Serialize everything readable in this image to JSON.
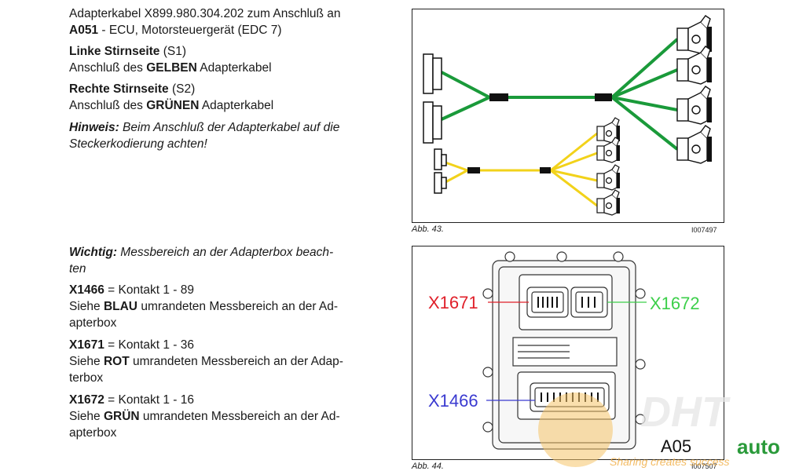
{
  "sec1": {
    "line1": "Adapterkabel X899.980.304.202 zum Anschluß an",
    "a051": "A051",
    "ecu": " - ECU, Motorsteuergerät (EDC 7)",
    "links_head": "Linke Stirnseite",
    "links_s": " (S1)",
    "links_pre": "Anschluß des ",
    "gelben": "GELBEN",
    "links_post": " Adapterkabel",
    "rechts_head": "Rechte Stirnseite",
    "rechts_s": " (S2)",
    "rechts_pre": "Anschluß des ",
    "gruenen": "GRÜNEN",
    "rechts_post": " Adapterkabel",
    "hinweis_label": "Hinweis:",
    "hinweis_text": " Beim Anschluß der Adapterkabel auf die",
    "hinweis_text2": "Steckerkodierung achten!"
  },
  "sec2": {
    "wichtig_label": "Wichtig:",
    "wichtig_text": " Messbereich an der Adapterbox beach-",
    "wichtig_text2": "ten",
    "x1466": "X1466",
    "x1466_k": " = Kontakt 1 - 89",
    "x1466_pre": "Siehe ",
    "blau": "BLAU",
    "x1466_post": " umrandeten Messbereich an der Ad-",
    "x1466_post2": "apterbox",
    "x1671": "X1671",
    "x1671_k": " = Kontakt 1 - 36",
    "x1671_pre": "Siehe ",
    "rot": "ROT",
    "x1671_post": " umrandeten Messbereich an der Adap-",
    "x1671_post2": "terbox",
    "x1672": "X1672",
    "x1672_k": " = Kontakt 1 - 16",
    "x1672_pre": "Siehe ",
    "gruen": "GRÜN",
    "x1672_post": " umrandeten Messbereich an der Ad-",
    "x1672_post2": "apterbox"
  },
  "fig1": {
    "caption": "Abb. 43.",
    "id": "I007497"
  },
  "fig2": {
    "caption": "Abb. 44.",
    "id": "I007507",
    "lbl_x1671": "X1671",
    "lbl_x1672": "X1672",
    "lbl_x1466": "X1466",
    "a05": "A05"
  },
  "watermark": {
    "dht": "DHT",
    "auto": "auto",
    "tagline": "Sharing creates success"
  },
  "colors": {
    "green": "#1a9a3a",
    "yellow": "#f2d21a",
    "red": "#e0202a",
    "lgreen": "#3ccf4a",
    "blue": "#3a3ad0"
  }
}
